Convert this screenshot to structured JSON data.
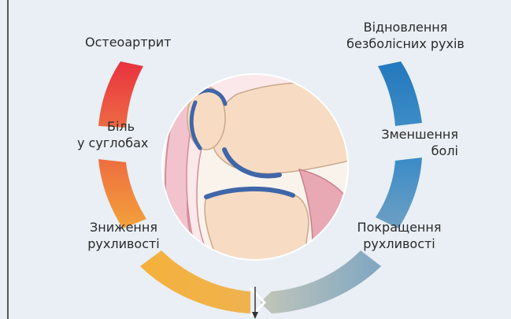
{
  "labels": {
    "osteoarthritis": "Остеоартрит",
    "joint_pain_1": "Біль",
    "joint_pain_2": "у суглобах",
    "reduced_mobility_1": "Зниження",
    "reduced_mobility_2": "рухливості",
    "restore_1": "Відновлення",
    "restore_2": "безболісних рухів",
    "less_pain_1": "Зменшення",
    "less_pain_2": "болі",
    "better_mobility_1": "Покращення",
    "better_mobility_2": "рухливості"
  },
  "colors": {
    "background": "#e9eff5",
    "arc_red": "#e5404a",
    "arc_orange": "#f08a3a",
    "arc_yellow": "#f5b33e",
    "arc_blue": "#2f86c6",
    "arc_grey": "#9fb3bf",
    "bone": "#f7dcc3",
    "cartilage": "#3f66a8",
    "muscle": "#e8a8b4"
  }
}
